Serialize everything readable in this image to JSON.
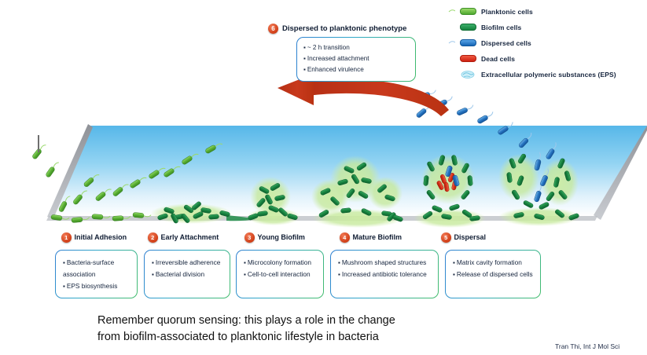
{
  "legend": {
    "items": [
      {
        "label": "Planktonic cells",
        "icon": "rod-planktonic-icon",
        "color": "#6fc93f",
        "flagellum": true
      },
      {
        "label": "Biofilm cells",
        "icon": "rod-biofilm-icon",
        "color": "#1d8f47",
        "flagellum": false
      },
      {
        "label": "Dispersed cells",
        "icon": "rod-dispersed-icon",
        "color": "#1b6fc0",
        "flagellum": true
      },
      {
        "label": "Dead cells",
        "icon": "rod-dead-icon",
        "color": "#d32b14",
        "flagellum": false
      },
      {
        "label": "Extracellular polymeric substances (EPS)",
        "icon": "eps-swirl-icon",
        "color": "#a9e2f0",
        "flagellum": false
      }
    ]
  },
  "callout": {
    "number": "6",
    "title": "Dispersed to planktonic phenotype",
    "bullets": [
      "~ 2 h transition",
      "Increased attachment",
      "Enhanced virulence"
    ]
  },
  "arrow": {
    "name": "dispersal-to-planktonic-arrow",
    "direction": "right-to-left",
    "color": "#c0341a"
  },
  "stages": [
    {
      "number": "1",
      "label": "Initial Adhesion",
      "bullets": [
        "Bacteria-surface association",
        "EPS biosynthesis"
      ]
    },
    {
      "number": "2",
      "label": "Early Attachment",
      "bullets": [
        "Irreversible adherence",
        "Bacterial division"
      ]
    },
    {
      "number": "3",
      "label": "Young Biofilm",
      "bullets": [
        "Microcolony formation",
        "Cell-to-cell interaction"
      ]
    },
    {
      "number": "4",
      "label": "Mature Biofilm",
      "bullets": [
        "Mushroom shaped structures",
        "Increased antibiotic tolerance"
      ]
    },
    {
      "number": "5",
      "label": "Dispersal",
      "bullets": [
        "Matrix cavity formation",
        "Release of dispersed cells"
      ]
    }
  ],
  "caption": {
    "line1": "Remember quorum sensing: this plays a role in the change",
    "line2": "from biofilm-associated to planktonic lifestyle in bacteria"
  },
  "citation": "Tran Thi, Int J Mol Sci",
  "colors": {
    "badge": "#d03e17",
    "arrow": "#c0341a",
    "slab_surface": "#5bbbea",
    "biofilm_green": "#1d8f47",
    "eps_halo": "#bfe89a"
  }
}
